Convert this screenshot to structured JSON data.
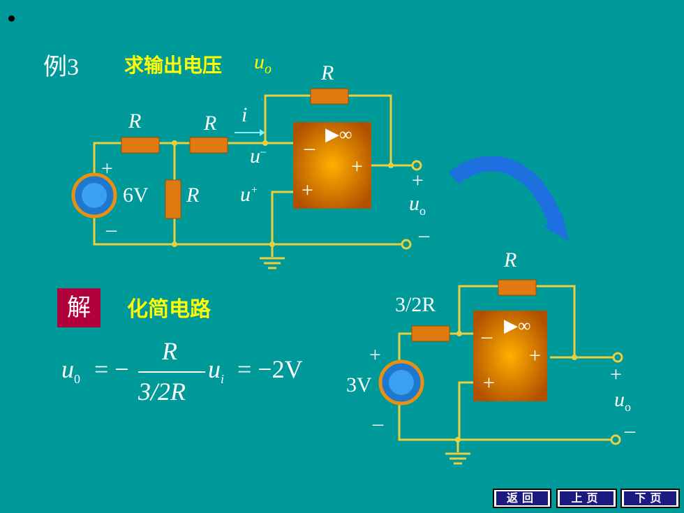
{
  "slide": {
    "bullet": "•",
    "example_label": "例3",
    "task_text": "求输出电压",
    "task_var": "u",
    "task_var_sub": "o"
  },
  "circuit1": {
    "resistor_feedback": "R",
    "resistor_1": "R",
    "resistor_2": "R",
    "resistor_shunt": "R",
    "current_label": "i",
    "source_voltage": "6V",
    "source_plus": "+",
    "source_minus": "–",
    "u_minus": "u",
    "u_minus_sup": "–",
    "u_plus": "u",
    "u_plus_sup": "+",
    "opamp_symbol": "▶∞",
    "opamp_minus": "–",
    "opamp_plus_in": "+",
    "opamp_plus_out": "+",
    "out_plus": "+",
    "out_label": "u",
    "out_sub": "o",
    "out_minus": "–"
  },
  "solution": {
    "solve_label": "解",
    "simplify_text": "化简电路",
    "formula_lhs": "u",
    "formula_lhs_sub": "0",
    "formula_eq1": "= −",
    "formula_num": "R",
    "formula_den": "3/2R",
    "formula_ui": "u",
    "formula_ui_sub": "i",
    "formula_result": "= −2V"
  },
  "circuit2": {
    "resistor_feedback": "R",
    "resistor_input": "3/2R",
    "source_voltage": "3V",
    "source_plus": "+",
    "source_minus": "–",
    "opamp_symbol": "▶∞",
    "opamp_minus": "–",
    "opamp_plus_in": "+",
    "opamp_plus_out": "+",
    "out_plus": "+",
    "out_label": "u",
    "out_sub": "o",
    "out_minus": "–"
  },
  "nav": {
    "back": "返回",
    "prev": "上页",
    "next": "下页"
  },
  "colors": {
    "background": "#009999",
    "wire": "#e8d040",
    "resistor": "#e07a10",
    "opamp": "#e68a00",
    "title": "#ffff00",
    "arrow": "#1e6fe0"
  }
}
